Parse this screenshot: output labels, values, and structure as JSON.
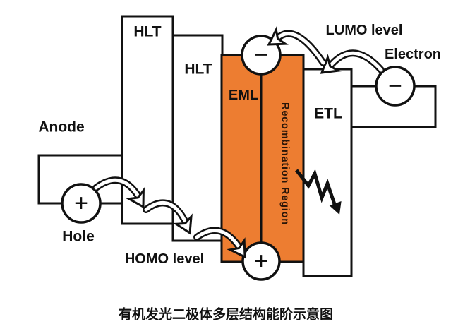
{
  "colors": {
    "eml_fill": "#ED7D31",
    "line": "#111111",
    "background": "#ffffff",
    "recombination_text": "#2b1608"
  },
  "layers": {
    "anode": {
      "label": "Anode"
    },
    "hlt1": {
      "label": "HLT"
    },
    "hlt2": {
      "label": "HLT"
    },
    "eml": {
      "label": "EML"
    },
    "etl": {
      "label": "ETL"
    }
  },
  "annotations": {
    "lumo": "LUMO level",
    "homo": "HOMO level",
    "electron": "Electron",
    "hole": "Hole",
    "recombination": "Recombination Region"
  },
  "symbols": {
    "plus": "+",
    "minus": "−"
  },
  "caption": "有机发光二极体多层结构能阶示意图"
}
